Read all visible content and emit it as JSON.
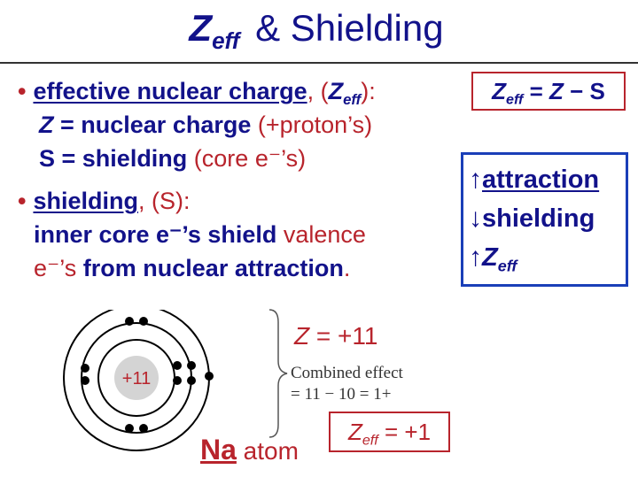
{
  "title": {
    "z": "Z",
    "sub": "eff",
    "rest": "& Shielding"
  },
  "bullets": {
    "b1_term": "effective nuclear charge",
    "b1_comma": ", (",
    "b1_z": "Z",
    "b1_sub": "eff",
    "b1_close": "):",
    "z_sym": "Z",
    "z_eq": " = nuclear charge ",
    "z_paren": "(+proton’s)",
    "s_sym": "S",
    "s_eq": " = shielding ",
    "s_paren": "(core e⁻’s)",
    "b2_term": "shielding",
    "b2_rest": ", (S):",
    "line1_navy": "inner core e⁻’s shield ",
    "line1_red": "valence",
    "line2_red": "e⁻’s ",
    "line2_navy": "from nuclear attraction",
    "line2_period": "."
  },
  "formula": {
    "z": "Z",
    "sub": "eff",
    "rest": " = ",
    "z2": "Z",
    "minus": " − S"
  },
  "trends": {
    "up_arrow": "↑",
    "down_arrow": "↓",
    "attraction": "attraction",
    "shielding": "shielding",
    "z": "Z",
    "sub": "eff"
  },
  "diagram": {
    "nucleus_label": "+11",
    "z_label_sym": "Z",
    "z_label_rest": " = +11",
    "combined_line1": "Combined effect",
    "combined_line2": "= 11 − 10 = 1+",
    "zeff_z": "Z",
    "zeff_sub": "eff",
    "zeff_rest": " = +1",
    "atom_symbol": "Na",
    "atom_word": " atom"
  },
  "colors": {
    "navy": "#12128a",
    "red": "#b8242c",
    "box_blue": "#1a3fb8",
    "nucleus": "#d4d4d4"
  }
}
